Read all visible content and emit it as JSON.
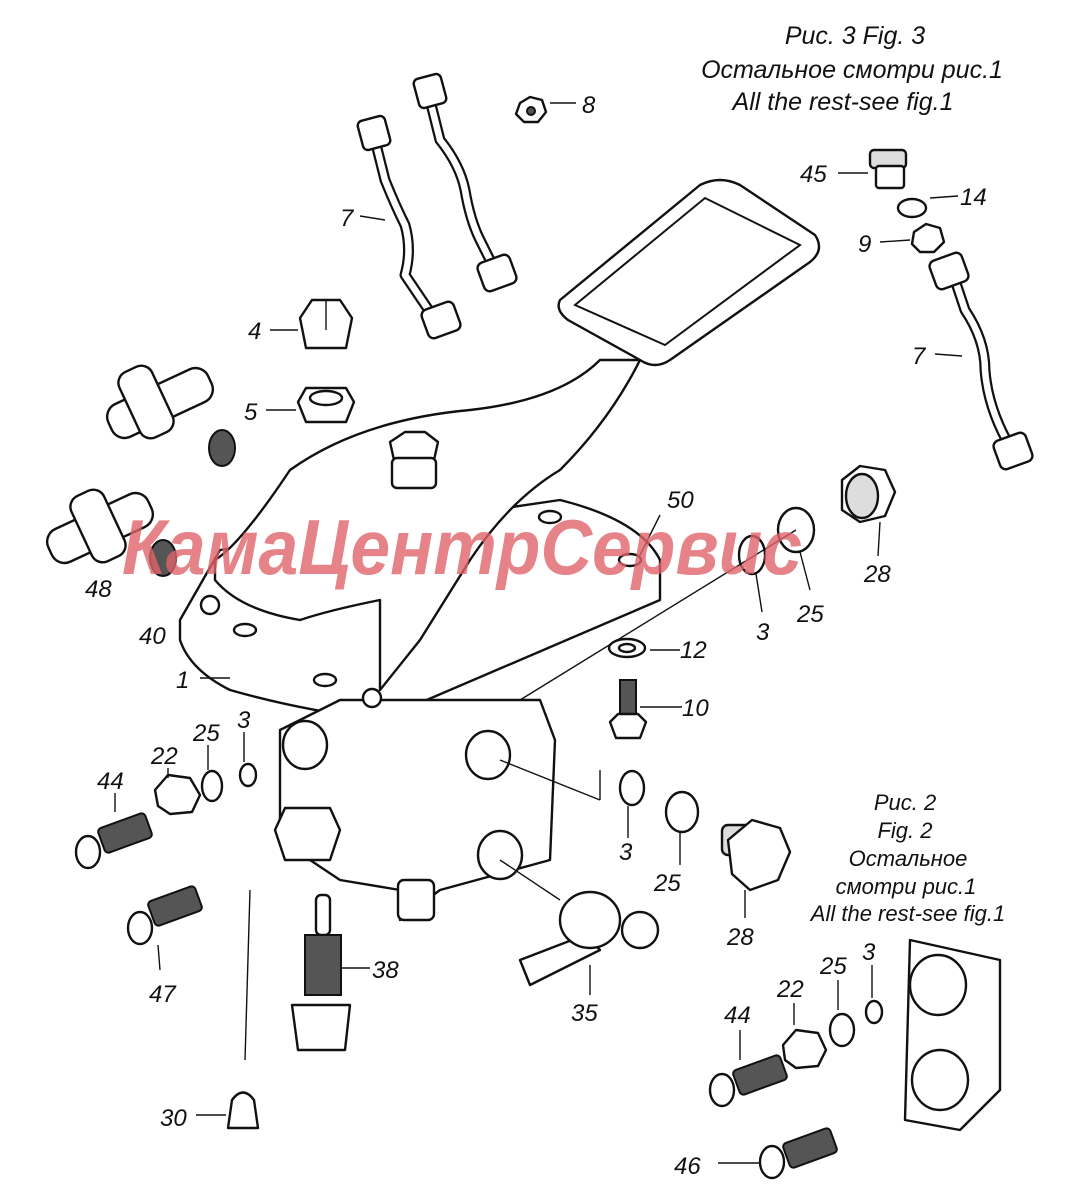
{
  "figure3_caption": {
    "line1": "Рис. 3 Fig. 3",
    "line2": "Остальное смотри рис.1",
    "line3": "All the rest-see fig.1"
  },
  "figure2_caption": {
    "line1": "Рис. 2",
    "line2": "Fig. 2",
    "line3": "Остальное",
    "line4": "смотри рис.1",
    "line5": "All the rest-see fig.1"
  },
  "watermark": "КамаЦентрСервис",
  "callouts": [
    "8",
    "7",
    "45",
    "14",
    "9",
    "7",
    "4",
    "5",
    "50",
    "28",
    "25",
    "3",
    "48",
    "40",
    "1",
    "12",
    "10",
    "25",
    "3",
    "22",
    "44",
    "3",
    "25",
    "28",
    "47",
    "38",
    "35",
    "30",
    "44",
    "22",
    "25",
    "3",
    "46"
  ]
}
